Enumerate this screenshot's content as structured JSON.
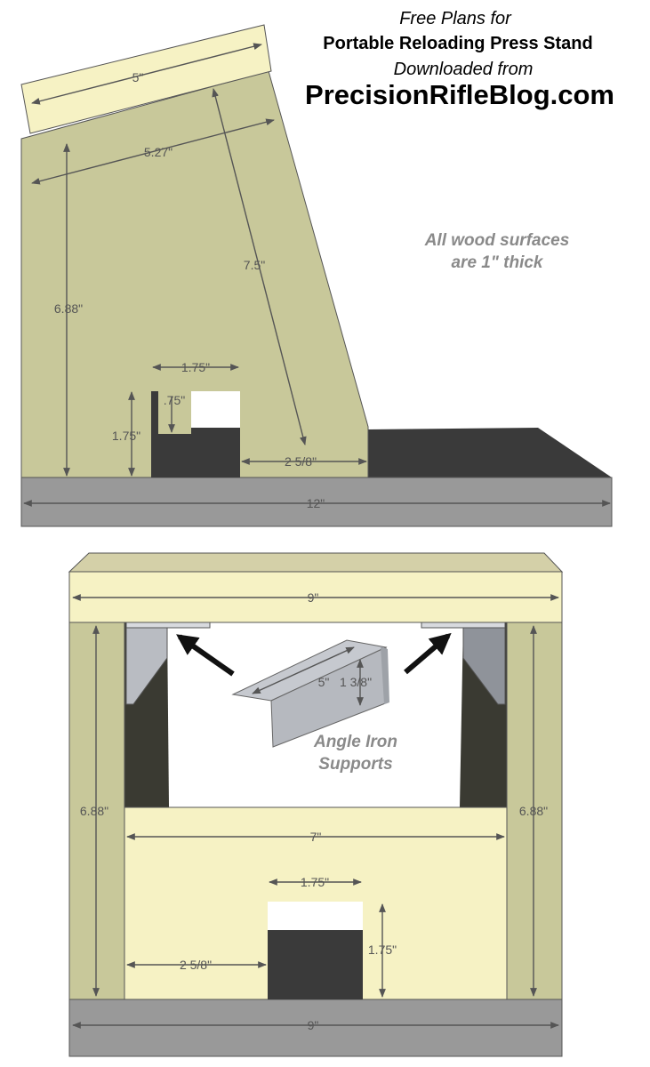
{
  "header": {
    "line1": "Free Plans for",
    "line2": "Portable Reloading Press Stand",
    "line3": "Downloaded from",
    "line4": "PrecisionRifleBlog.com"
  },
  "note": {
    "line1": "All wood surfaces",
    "line2": "are 1\" thick"
  },
  "side_view": {
    "top_width": "5\"",
    "slant_width": "5.27\"",
    "slant_height": "7.5\"",
    "height": "6.88\"",
    "cutout_width": "1.75\"",
    "cutout_height": "1.75\"",
    "notch": ".75\"",
    "cutout_offset": "2 5/8\"",
    "base_length": "12\""
  },
  "front_view": {
    "top_width": "9\"",
    "left_height": "6.88\"",
    "right_height": "6.88\"",
    "inner_width": "7\"",
    "cutout_width": "1.75\"",
    "cutout_height": "1.75\"",
    "cutout_offset": "2 5/8\"",
    "base_width": "9\""
  },
  "angle_iron": {
    "length": "5\"",
    "leg": "1 3/8\"",
    "label_line1": "Angle Iron",
    "label_line2": "Supports"
  },
  "colors": {
    "olive": "#c8c89a",
    "cream": "#f6f2c4",
    "gray_base": "#999999",
    "dark": "#3a3a3a",
    "steel": "#c6c9cf"
  }
}
